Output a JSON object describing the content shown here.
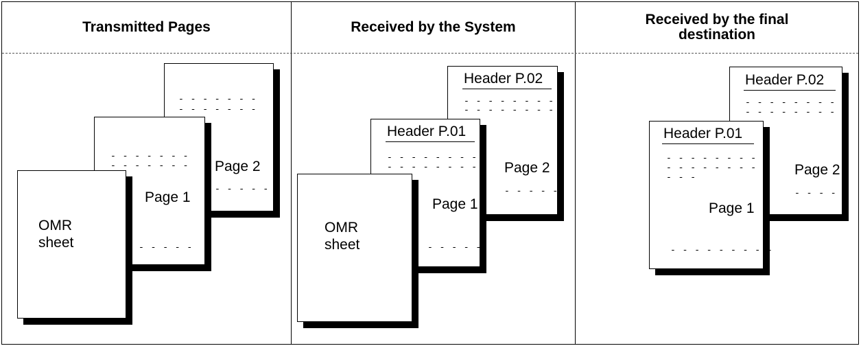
{
  "columns": [
    {
      "title": "Transmitted Pages"
    },
    {
      "title": "Received by the System"
    },
    {
      "title": "Received by the final destination"
    }
  ],
  "labels": {
    "omr_line1": "OMR",
    "omr_line2": "sheet",
    "page1": "Page 1",
    "page2": "Page 2",
    "header_p01": "Header  P.01",
    "header_p02": "Header  P.02"
  },
  "dashes": {
    "d7": "- - - - - - -",
    "d8": "- - - - - - - -",
    "d5": "- - - - -",
    "d3": "- - -",
    "d9": "- - - - - - - - -"
  }
}
